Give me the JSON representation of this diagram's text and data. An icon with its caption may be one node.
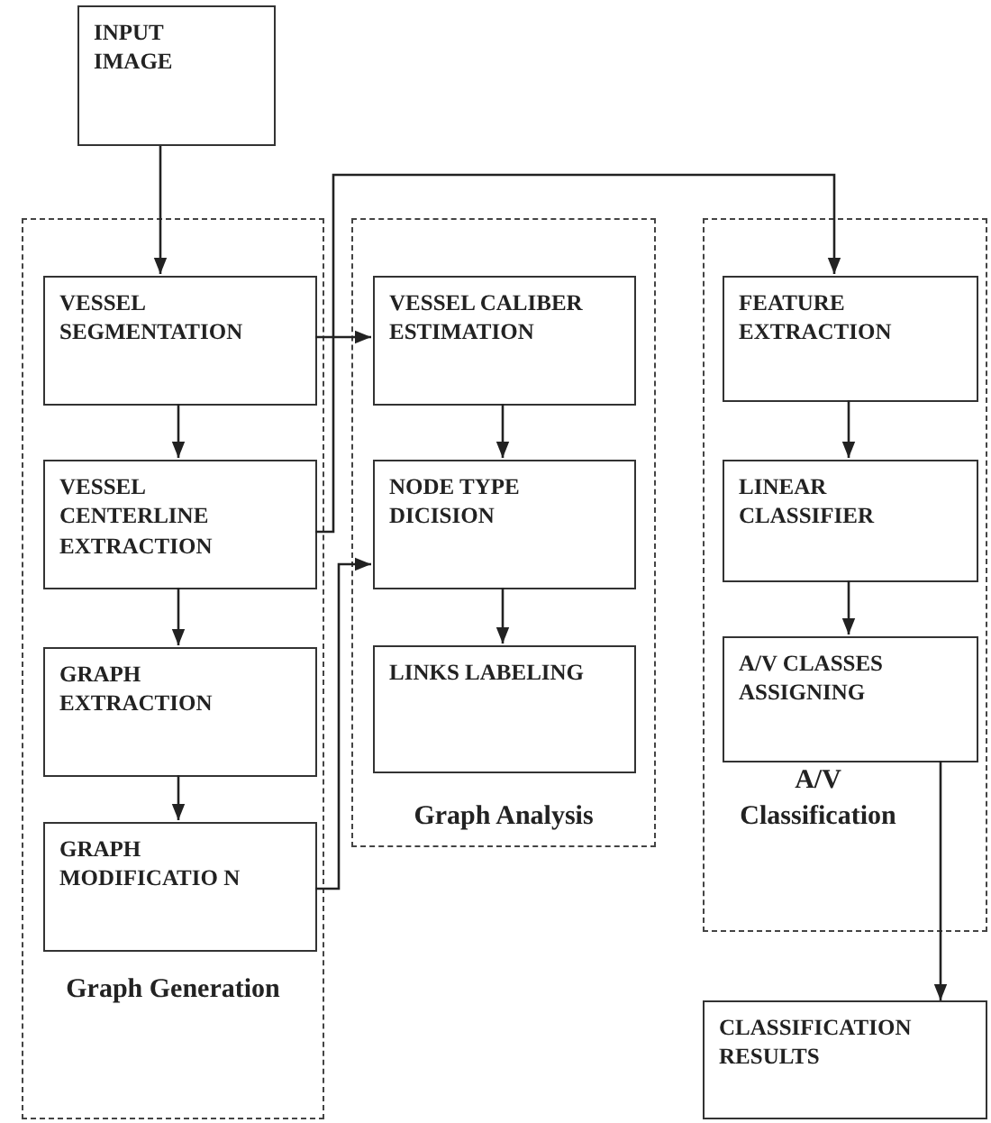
{
  "diagram": {
    "nodes": [
      {
        "text": [
          "INPUT IMAGE"
        ]
      },
      {
        "text": [
          "Graph Generation"
        ]
      },
      {
        "text": [
          "VESSEL SEGMENTATION"
        ],
        "in": 1
      },
      {
        "text": [
          "VESSEL CENTERLINE EXTRACTION"
        ],
        "in": 1
      },
      {
        "text": [
          "GRAPH EXTRACTION"
        ],
        "in": 1
      },
      {
        "text": [
          "GRAPH MODIFICATIO N"
        ],
        "in": 1
      },
      {
        "text": [
          "Graph Analysis"
        ]
      },
      {
        "text": [
          "VESSEL CALIBER ESTIMATION"
        ],
        "in": 6
      },
      {
        "text": [
          "NODE TYPE DICISION"
        ],
        "in": 6
      },
      {
        "text": [
          "LINKS LABELING"
        ],
        "in": 6
      },
      {
        "text": [
          "A/V Classification"
        ]
      },
      {
        "text": [
          "FEATURE EXTRACTION"
        ],
        "in": 10
      },
      {
        "text": [
          "LINEAR CLASSIFIER"
        ],
        "in": 10
      },
      {
        "text": [
          "A/V CLASSES ASSIGNING"
        ],
        "in": 10
      },
      {
        "text": [
          "CLASSIFICATION RESULTS"
        ]
      }
    ],
    "edges": [
      {
        "from": 0,
        "to": 2,
        "arrow": "to"
      },
      {
        "from": 2,
        "to": 3,
        "arrow": "to"
      },
      {
        "from": 3,
        "to": 4,
        "arrow": "to"
      },
      {
        "from": 4,
        "to": 5,
        "arrow": "to"
      },
      {
        "from": 2,
        "to": 7,
        "arrow": "to"
      },
      {
        "from": 3,
        "to": 11,
        "arrow": "to"
      },
      {
        "from": 5,
        "to": 8,
        "arrow": "to"
      },
      {
        "from": 7,
        "to": 8,
        "arrow": "to"
      },
      {
        "from": 8,
        "to": 9,
        "arrow": "to"
      },
      {
        "from": 11,
        "to": 12,
        "arrow": "to"
      },
      {
        "from": 12,
        "to": 13,
        "arrow": "to"
      },
      {
        "from": 13,
        "to": 14,
        "arrow": "to"
      }
    ]
  }
}
